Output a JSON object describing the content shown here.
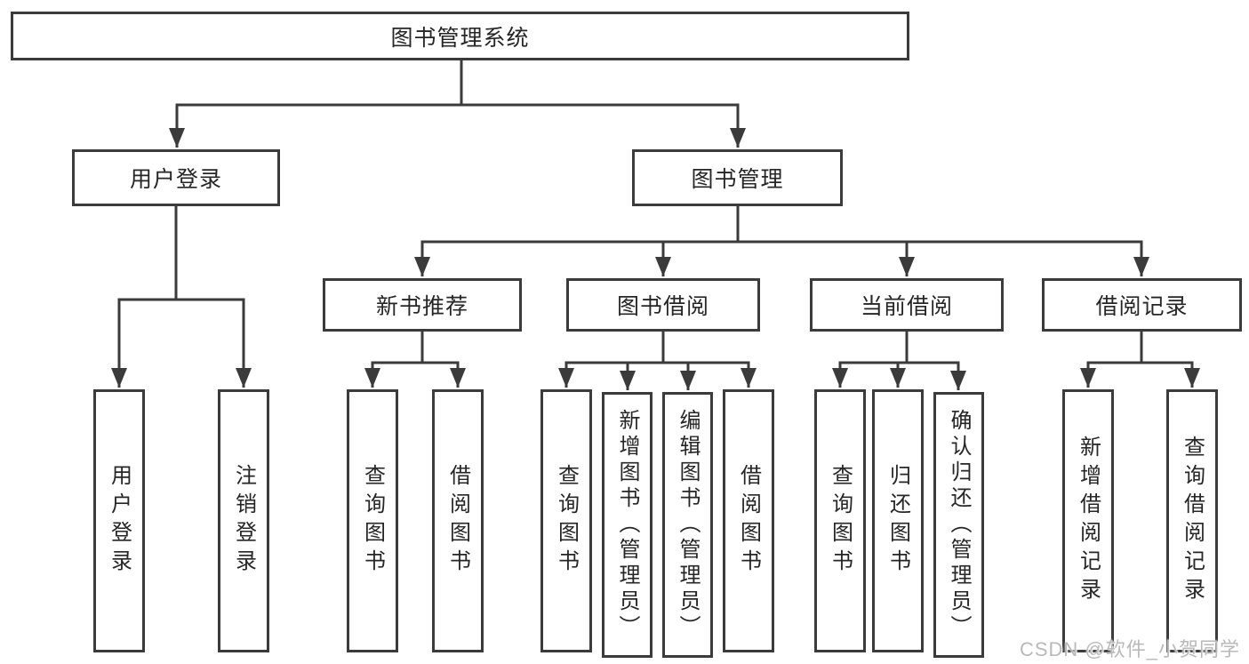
{
  "tree": {
    "root": "图书管理系统",
    "level2": [
      "用户登录",
      "图书管理"
    ],
    "level3": [
      "新书推荐",
      "图书借阅",
      "当前借阅",
      "借阅记录"
    ],
    "user_children": [
      "用户登录",
      "注销登录"
    ],
    "recommend_children": [
      "查询图书",
      "借阅图书"
    ],
    "borrow_children": [
      "查询图书",
      "新增图书（管理员）",
      "编辑图书（管理员）",
      "借阅图书"
    ],
    "current_children": [
      "查询图书",
      "归还图书",
      "确认归还（管理员）"
    ],
    "record_children": [
      "新增借阅记录",
      "查询借阅记录"
    ]
  },
  "watermark": {
    "text": "CSDN @软件_小贺同学"
  },
  "colors": {
    "line": "#3b3b3b",
    "box_border": "#3b3b3b",
    "text": "#262626",
    "watermark": "#b9b9b9",
    "background": "#ffffff"
  }
}
